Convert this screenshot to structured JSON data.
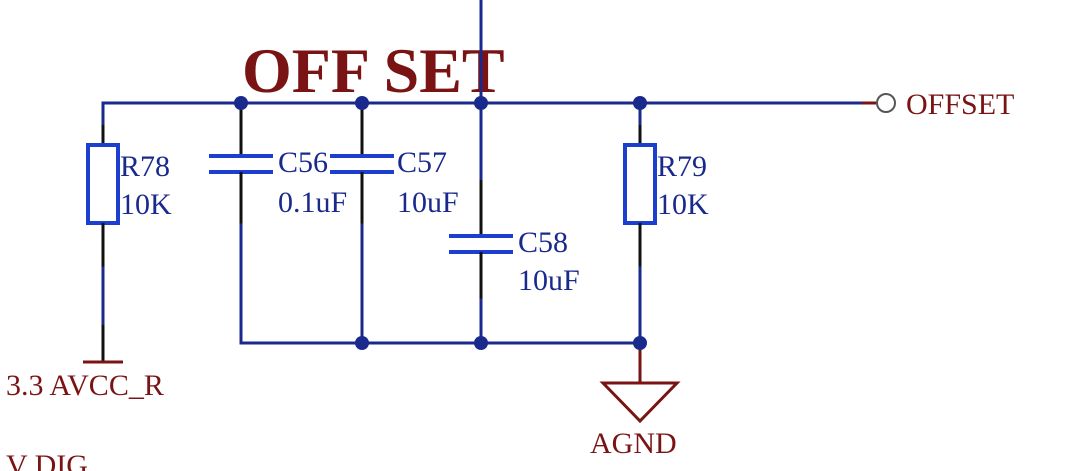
{
  "schematic": {
    "title": "OFF SET",
    "port_label": "OFFSET",
    "ground_label": "AGND",
    "power_label": "3.3 AVCC_R",
    "partial_label": "V DIG",
    "components": [
      {
        "ref": "R78",
        "value": "10K"
      },
      {
        "ref": "C56",
        "value": "0.1uF"
      },
      {
        "ref": "C57",
        "value": "10uF"
      },
      {
        "ref": "C58",
        "value": "10uF"
      },
      {
        "ref": "R79",
        "value": "10K"
      }
    ]
  },
  "colors": {
    "wire": "#1a2a8c",
    "component_outline": "#1d3fd0",
    "net_label": "#7a1414",
    "pin": "#111111"
  }
}
